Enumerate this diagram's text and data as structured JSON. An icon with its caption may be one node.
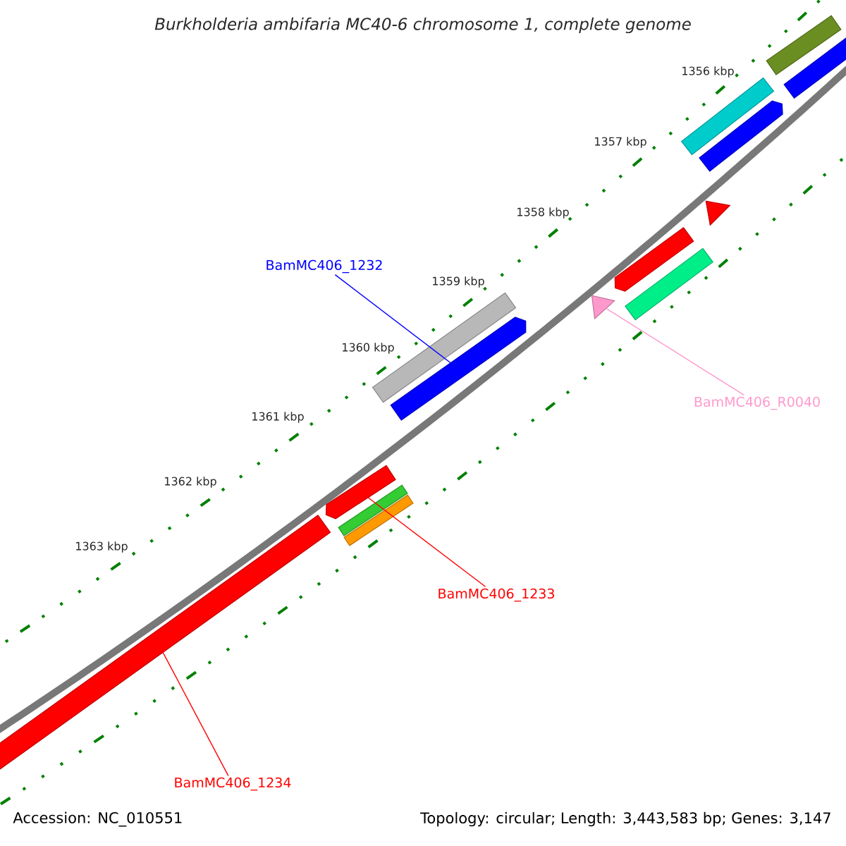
{
  "diagram": {
    "title": "Burkholderia ambifaria MC40-6 chromosome 1, complete genome",
    "nodes": [
      {
        "text": [
          "BamMC406_1232"
        ]
      },
      {
        "text": [
          "BamMC406_R0040"
        ]
      },
      {
        "text": [
          "BamMC406_1233"
        ]
      },
      {
        "text": [
          "BamMC406_1234"
        ]
      },
      {
        "text": [],
        "shape": "bar"
      },
      {
        "text": [],
        "shape": "bar"
      },
      {
        "text": [],
        "shape": "bar"
      },
      {
        "text": [],
        "shape": "bar"
      }
    ],
    "edges": [
      {
        "from": 0,
        "to": 4,
        "arrow": "none",
        "color": "#0000ff"
      },
      {
        "from": 1,
        "to": 5,
        "arrow": "none",
        "color": "#ff99cc"
      },
      {
        "from": 2,
        "to": 6,
        "arrow": "none",
        "color": "#ff0000"
      },
      {
        "from": 3,
        "to": 7,
        "arrow": "none",
        "color": "#ff0000"
      }
    ],
    "labels": [
      "1356 kbp",
      "1357 kbp",
      "1358 kbp",
      "1359 kbp",
      "1360 kbp",
      "1361 kbp",
      "1362 kbp",
      "1363 kbp",
      "Accession: NC_010551",
      "Topology: circular; Length: 3,443,583 bp; Genes: 3,147"
    ]
  }
}
